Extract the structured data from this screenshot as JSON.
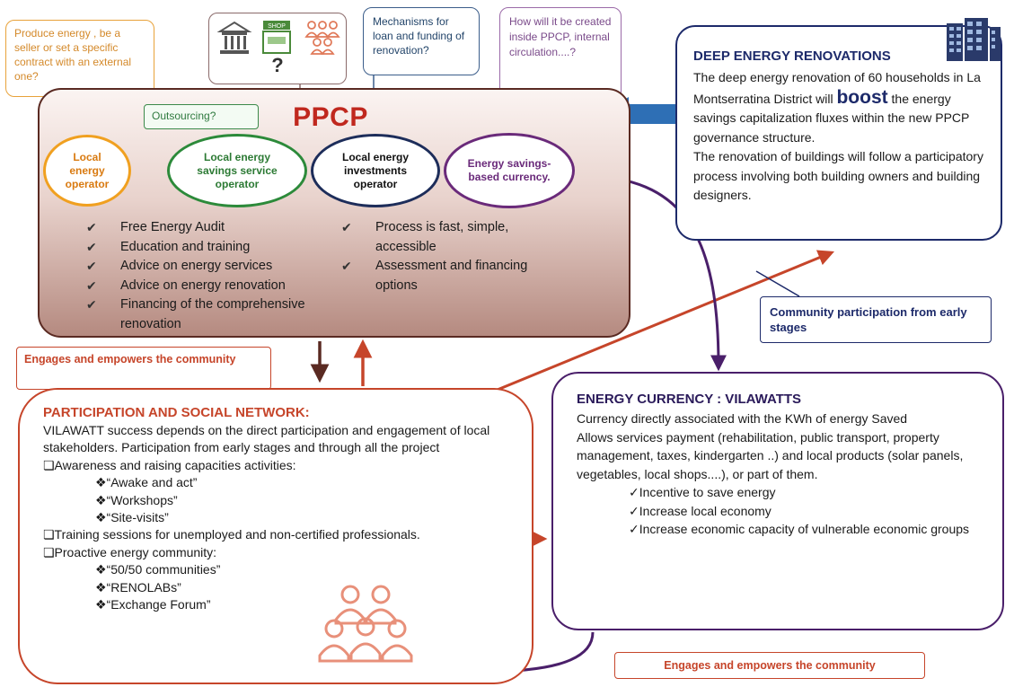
{
  "colors": {
    "ppcp_title": "#c0281e",
    "orange": "#f0a020",
    "green": "#2c8a3a",
    "navy": "#1d2a6a",
    "purple": "#6a2a7a",
    "red": "#c6452a"
  },
  "callouts": {
    "produce_energy": "Produce energy , be a seller or set a specific contract with an external one?",
    "question_mark": "?",
    "mechanisms": "Mechanisms for loan and funding of renovation?",
    "how_created": "How will it be created inside PPCP, internal circulation....?",
    "outsourcing": "Outsourcing?"
  },
  "icons": [
    "bank-icon",
    "shop-icon",
    "people-icon"
  ],
  "shop_sign": "SHOP",
  "ppcp": {
    "title": "PPCP",
    "operators": {
      "local_energy": "Local energy operator",
      "savings": "Local energy savings service operator",
      "investments": "Local energy investments operator",
      "currency": "Energy savings-based currency."
    },
    "services_left": [
      "Free Energy Audit",
      "Education and training",
      "Advice on energy services",
      "Advice on energy renovation",
      "Financing of the comprehensive renovation"
    ],
    "services_right": [
      "Process is fast, simple, accessible",
      "Assessment and financing options"
    ]
  },
  "deep": {
    "title": "DEEP ENERGY RENOVATIONS",
    "text_before": "The deep energy renovation of 60 households in La Montserratina District will ",
    "highlight": "boost",
    "text_after": " the energy savings capitalization fluxes within the new PPCP governance structure.",
    "text2": "The renovation of buildings will follow a participatory process involving both building owners and building designers."
  },
  "community_callout": "Community participation from early stages",
  "engage_left": "Engages and empowers the community",
  "engage_bottom": "Engages and empowers the community",
  "participation": {
    "title": "PARTICIPATION AND SOCIAL NETWORK:",
    "intro": "VILAWATT success depends on the direct participation and engagement of local stakeholders. Participation from early stages and through all the project",
    "item1": "❏Awareness and raising capacities activities:",
    "item1_subs": [
      "❖“Awake and act”",
      "❖“Workshops”",
      "❖“Site-visits”"
    ],
    "item2": "❏Training sessions for unemployed and non-certified professionals.",
    "item3": "❏Proactive energy community:",
    "item3_subs": [
      "❖“50/50 communities”",
      "❖“RENOLABs”",
      "❖“Exchange Forum”"
    ]
  },
  "currency": {
    "title": "ENERGY CURRENCY : VILAWATTS",
    "line1": "Currency directly associated with the KWh of energy Saved",
    "line2": "Allows services payment (rehabilitation, public transport, property management, taxes, kindergarten ..) and local products (solar panels, vegetables, local shops....),  or part of them.",
    "benefits": [
      "✓Incentive to save energy",
      "✓Increase local economy",
      "✓Increase economic capacity of vulnerable economic groups"
    ]
  }
}
